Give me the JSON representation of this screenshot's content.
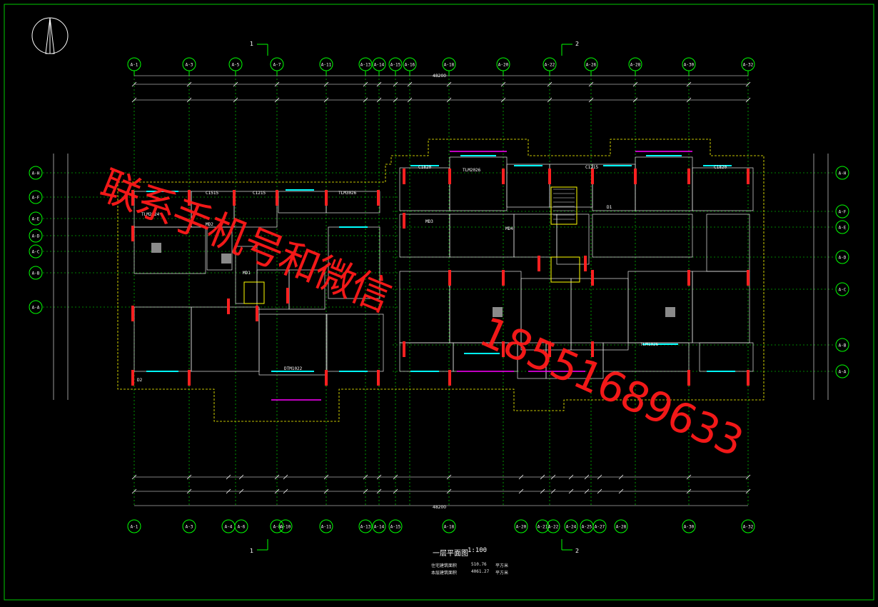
{
  "watermark": {
    "chinese": "联系手机号和微信",
    "phone": "18551689633",
    "color": "#ff1a1a"
  },
  "drawing": {
    "title": "一层平面图",
    "scale": "1:100",
    "area_label_1": "住宅建筑面积",
    "area_value_1": "510.76",
    "area_unit_1": "平方米",
    "area_label_2": "本层建筑面积",
    "area_value_2": "4061.27",
    "area_unit_2": "平方米",
    "section_marks": [
      "1",
      "2"
    ],
    "top_axes": [
      "A-1",
      "A-3",
      "A-5",
      "A-7",
      "A-11",
      "A-13",
      "A-14",
      "A-15",
      "A-16",
      "A-18",
      "A-20",
      "A-22",
      "A-26",
      "A-28",
      "A-30",
      "A-32"
    ],
    "bottom_axes": [
      "A-1",
      "A-3",
      "A-4",
      "A-6",
      "A-8",
      "A-10",
      "A-11",
      "A-13",
      "A-14",
      "A-15",
      "A-18",
      "A-20",
      "A-21",
      "A-22",
      "A-24",
      "A-25",
      "A-27",
      "A-28",
      "A-30",
      "A-32"
    ],
    "left_axes": [
      "A-H",
      "A-F",
      "A-E",
      "A-D",
      "A-C",
      "A-B",
      "A-A"
    ],
    "right_axes": [
      "A-H",
      "A-F",
      "A-E",
      "A-D",
      "A-C",
      "A-B",
      "A-A"
    ],
    "total_dim_top": "48200",
    "total_dim_bottom": "48200",
    "room_tags": [
      "TLM2824",
      "C1515",
      "C1215",
      "C1820",
      "TLM2026",
      "TLM3026",
      "TLM1026",
      "DTM1022",
      "MD1",
      "MD2",
      "MD3",
      "MD4",
      "D1",
      "D2",
      "C1215",
      "C1820"
    ],
    "colors": {
      "grid": "#00ff00",
      "wall": "#ff2020",
      "window": "#00ffff",
      "dim": "#ffffff",
      "outline": "#ffff00",
      "accent": "#ff00ff",
      "room": "#e6e6e6"
    }
  }
}
